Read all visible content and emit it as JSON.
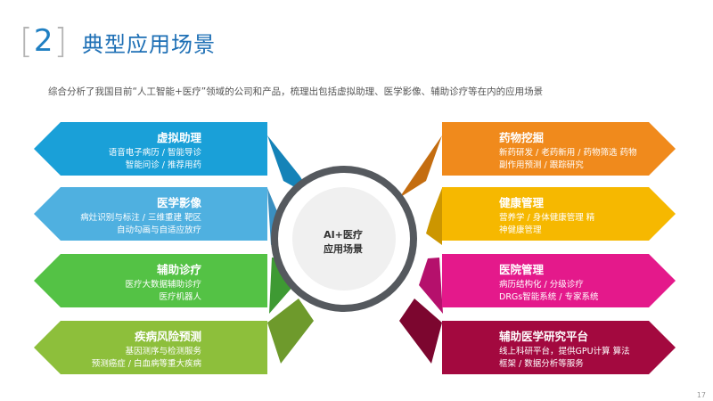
{
  "header": {
    "bracket_open": "[",
    "section_number": "2",
    "bracket_close": "]",
    "title": "典型应用场景"
  },
  "intro": "综合分析了我国目前“人工智能+医疗”领域的公司和产品，梳理出包括虚拟助理、医学影像、辅助诊疗等在内的应用场景",
  "center": {
    "line1": "AI+医疗",
    "line2": "应用场景"
  },
  "left_cards": [
    {
      "title": "虚拟助理",
      "lines": [
        "语音电子病历 / 智能导诊",
        "智能问诊 / 推荐用药"
      ],
      "color": "#1aa0d8"
    },
    {
      "title": "医学影像",
      "lines": [
        "病灶识别与标注 / 三维重建 靶区",
        "自动勾画与自适应放疗"
      ],
      "color": "#4fb0e0"
    },
    {
      "title": "辅助诊疗",
      "lines": [
        "医疗大数据辅助诊疗",
        "医疗机器人"
      ],
      "color": "#54c245"
    },
    {
      "title": "疾病风险预测",
      "lines": [
        "基因测序与检测服务",
        "预测癌症 / 白血病等重大疾病"
      ],
      "color": "#8dbf3b"
    }
  ],
  "right_cards": [
    {
      "title": "药物挖掘",
      "lines": [
        "新药研发 / 老药新用 / 药物筛选 药物",
        "副作用预测 / 跟踪研究"
      ],
      "color": "#f08a1c"
    },
    {
      "title": "健康管理",
      "lines": [
        "营养学 / 身体健康管理 精",
        "神健康管理"
      ],
      "color": "#f6b800"
    },
    {
      "title": "医院管理",
      "lines": [
        "病历结构化 / 分级诊疗",
        "DRGs智能系统 / 专家系统"
      ],
      "color": "#e4198b"
    },
    {
      "title": "辅助医学研究平台",
      "lines": [
        "线上科研平台，提供GPU计算 算法",
        "框架 / 数据分析等服务"
      ],
      "color": "#a3093f"
    }
  ],
  "page_number": "17"
}
